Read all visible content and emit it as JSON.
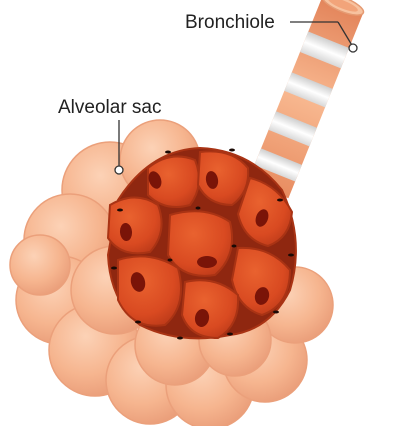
{
  "diagram": {
    "labels": {
      "bronchiole": "Bronchiole",
      "alveolar_sac": "Alveolar sac"
    },
    "colors": {
      "alveolus_outer": "#f6b58f",
      "alveolus_outer_edge": "#eba07b",
      "alveolus_cut": "#d94a21",
      "alveolus_cut_edge": "#b83a18",
      "nucleus": "#7a1408",
      "bronchiole_ring": "#f2a47a",
      "bronchiole_band": "#f4f4f4",
      "leader_line": "#333333"
    },
    "icons": [
      "alveolar-sac-illustration",
      "bronchiole-tube"
    ]
  }
}
